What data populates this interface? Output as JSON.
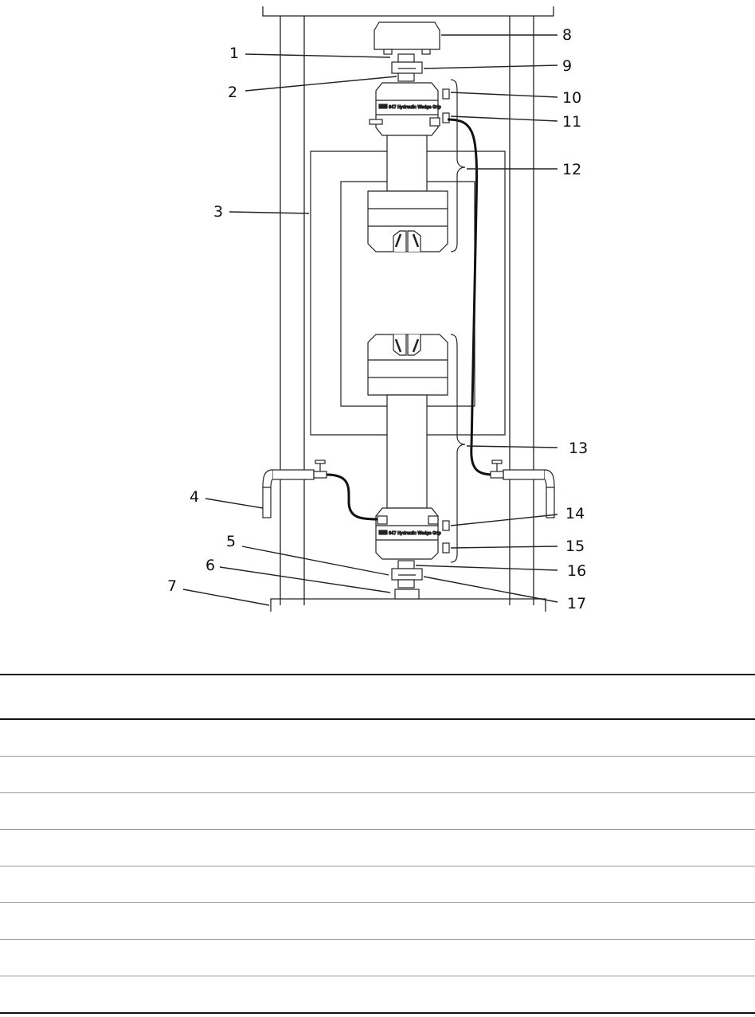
{
  "diagram": {
    "callouts": [
      {
        "label": "1"
      },
      {
        "label": "2"
      },
      {
        "label": "3"
      },
      {
        "label": "4"
      },
      {
        "label": "5"
      },
      {
        "label": "6"
      },
      {
        "label": "7"
      },
      {
        "label": "8"
      },
      {
        "label": "9"
      },
      {
        "label": "10"
      },
      {
        "label": "11"
      },
      {
        "label": "12"
      },
      {
        "label": "13"
      },
      {
        "label": "14"
      },
      {
        "label": "15"
      },
      {
        "label": "16"
      },
      {
        "label": "17"
      }
    ],
    "grip_plate_text_upper": "647 Hydraulic Wedge Grip",
    "grip_plate_text_lower": "647 Hydraulic Wedge Grip",
    "logo_text": "MTS"
  },
  "table": {
    "header": "",
    "rows": [
      "",
      "",
      "",
      "",
      "",
      "",
      "",
      ""
    ]
  }
}
